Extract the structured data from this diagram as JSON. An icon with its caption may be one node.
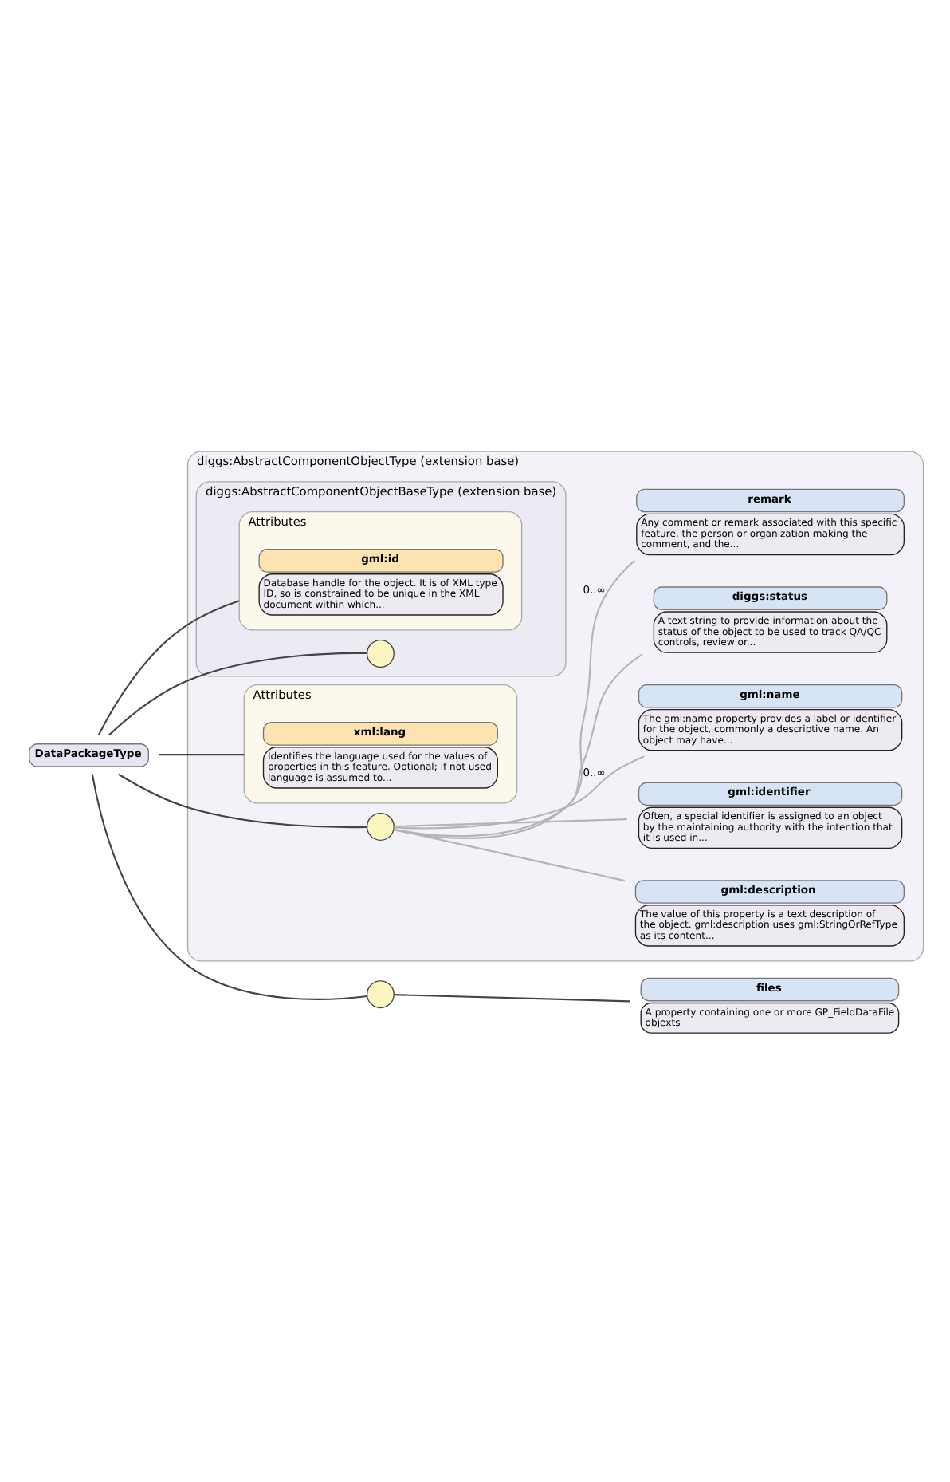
{
  "diagram": {
    "nodes": [
      {
        "text": [
          "DataPackageType"
        ]
      },
      {
        "text": [
          "diggs:AbstractComponentObjectType (extension base)"
        ]
      },
      {
        "text": [
          "diggs:AbstractComponentObjectBaseType (extension base)"
        ],
        "in": 1
      },
      {
        "text": [
          "Attributes"
        ],
        "in": 2
      },
      {
        "text": [
          "gml:id",
          "Database handle for the object. It is of XML type ID, so is constrained to be unique in the XML document within which..."
        ],
        "in": 3
      },
      {
        "text": [],
        "shape": "circle",
        "in": 2
      },
      {
        "text": [
          "Attributes"
        ],
        "in": 1
      },
      {
        "text": [
          "xml:lang",
          "Identifies the language used for the values of properties in this feature. Optional; if not used language is assumed to..."
        ],
        "in": 6
      },
      {
        "text": [],
        "shape": "circle",
        "in": 1
      },
      {
        "text": [
          "gml:description",
          "The value of this property is a text description of the object. gml:description uses gml:StringOrRefType as its content..."
        ],
        "in": 1
      },
      {
        "text": [
          "gml:identifier",
          "Often, a special identifier is assigned to an object by the maintaining authority with the intention that it is used in..."
        ],
        "in": 1
      },
      {
        "text": [
          "gml:name",
          "The gml:name property provides a label or identifier for the object, commonly a descriptive name. An object may have..."
        ],
        "in": 1
      },
      {
        "text": [
          "diggs:status",
          "A text string to provide information about the status of the object to be used to track QA/QC controls, review or..."
        ],
        "in": 1
      },
      {
        "text": [
          "remark",
          "Any comment or remark associated with this specific feature, the person or organization making the comment, and the..."
        ],
        "in": 1
      },
      {
        "text": [],
        "shape": "circle"
      },
      {
        "text": [
          "files",
          "A property containing one or more GP_FieldDataFile objexts"
        ]
      }
    ],
    "edges": [
      {
        "from": 0,
        "to": 3,
        "arrow": "none"
      },
      {
        "from": 0,
        "to": 5,
        "arrow": "none"
      },
      {
        "from": 0,
        "to": 6,
        "arrow": "none"
      },
      {
        "from": 0,
        "to": 8,
        "arrow": "none"
      },
      {
        "from": 0,
        "to": 14,
        "arrow": "none"
      },
      {
        "from": 8,
        "to": 9,
        "arrow": "none",
        "color": "#b4b4b4"
      },
      {
        "from": 8,
        "to": 10,
        "arrow": "none",
        "color": "#b4b4b4"
      },
      {
        "from": 8,
        "to": 11,
        "arrow": "none",
        "label": "0..∞",
        "color": "#b4b4b4"
      },
      {
        "from": 8,
        "to": 12,
        "arrow": "none",
        "color": "#b4b4b4"
      },
      {
        "from": 8,
        "to": 13,
        "arrow": "none",
        "label": "0..∞",
        "color": "#b4b4b4"
      },
      {
        "from": 14,
        "to": 15,
        "arrow": "none"
      }
    ]
  }
}
